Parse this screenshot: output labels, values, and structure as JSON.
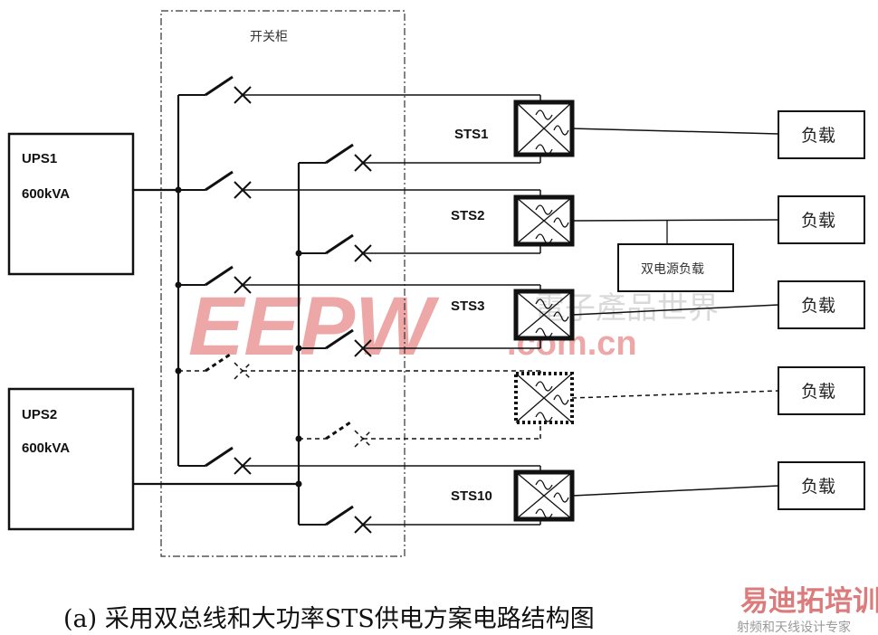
{
  "cabinet_label": "开关柜",
  "ups": [
    {
      "name": "UPS1",
      "rating": "600kVA"
    },
    {
      "name": "UPS2",
      "rating": "600kVA"
    }
  ],
  "sts_labels": [
    "STS1",
    "STS2",
    "STS3",
    "STS10"
  ],
  "loads": [
    "负载",
    "负载",
    "负载",
    "负载",
    "负载"
  ],
  "dual_load": "双电源负载",
  "caption": "(a)   采用双总线和大功率STS供电方案电路结构图",
  "watermarks": {
    "eepw": "EEPW",
    "eepw_domain": ".com.cn",
    "eepw_cn": "電子產品世界",
    "training": "易迪拓培训",
    "training_sub": "射频和天线设计专家"
  }
}
